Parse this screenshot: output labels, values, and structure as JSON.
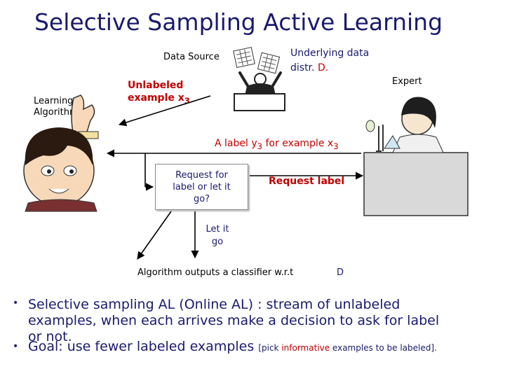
{
  "title": "Selective Sampling Active Learning",
  "labels": {
    "data_source": "Data Source",
    "underlying_data": "Underlying data",
    "distr_prefix": "distr.",
    "distr_symbol": "D.",
    "expert": "Expert",
    "learning_algorithm_line1": "Learning",
    "learning_algorithm_line2": "Algorithm",
    "unlabeled_line1": "Unlabeled",
    "unlabeled_line2": "example x",
    "unlabeled_sub": "3",
    "label_for_example": "A label y",
    "label_sub": "3",
    "label_for_mid": " for example x",
    "label_sub2": "3",
    "request_label": "Request label",
    "decision": [
      "Request for",
      "label or let it",
      "go?"
    ],
    "let_it_go": [
      "Let it",
      "go"
    ],
    "outputs": "Algorithm outputs a classifier w.r.t",
    "outputs_d": "D"
  },
  "bullets": {
    "b1_line1": "Selective sampling AL (Online AL)  : stream of unlabeled",
    "b1_line2": "examples, when each arrives make a decision to ask for label",
    "b1_line3": "or not.",
    "b2": "Goal: use fewer labeled examples",
    "note_pre": "[pick ",
    "note_word": "informative",
    "note_post": " examples to be labeled]."
  },
  "colors": {
    "title": "#1a1a6e",
    "accent_red": "#c00000",
    "arrow": "#000000"
  }
}
